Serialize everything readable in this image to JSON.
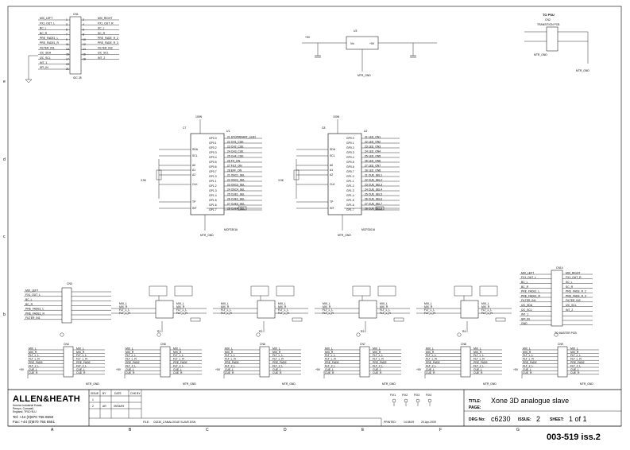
{
  "title_block": {
    "company_name": "ALLEN&HEATH",
    "address": [
      "Kernick Industrial Estate,",
      "Penryn, Cornwall,",
      "England, TR10 9LU"
    ],
    "tel": "Tel:  +44 (0)870 755 6550",
    "fax": "Fax:  +44 (0)870 755 6551",
    "issue_header": "ISSUE",
    "by_header": "BY",
    "date_header": "DATE",
    "chk_header": "CHK BY",
    "revisions": [
      {
        "issue": "1",
        "by": "",
        "date": ""
      },
      {
        "issue": "2",
        "by": "AR",
        "date": "09/04/09"
      }
    ],
    "file_label": "FILE:",
    "file_value": "C6230_2 ANALOGUE SLAVE.DSN",
    "printed_label": "PRINTED:",
    "printed_time": "14:38:09",
    "printed_date": "20-Apr-2009",
    "title_label": "TITLE:",
    "title_value": "Xone 3D analogue slave",
    "page_label": "PAGE:",
    "drg_label": "DRG No:",
    "drg_value": "c6230",
    "issue_label": "ISSUE:",
    "issue_value": "2",
    "sheet_label": "SHEET:",
    "sheet_value": "1 of 1",
    "doc_number": "003-519 iss.2"
  },
  "grid": {
    "columns": [
      "A",
      "B",
      "C",
      "D",
      "E",
      "F",
      "G"
    ],
    "rows": [
      "e",
      "d",
      "c",
      "b"
    ]
  },
  "labels": {
    "to_psu": "TO PSU",
    "transition": "TRANSITION PCB",
    "cn2": "CN2",
    "cn1": "CN1",
    "cn3": "CN3",
    "cn4": "CN4",
    "cn14": "CN14",
    "cn15": "CN15",
    "u1": "U1",
    "u2": "U2",
    "u3": "U3",
    "u1_part": "MCP23016",
    "u2_part": "MCP23016",
    "vcc": "+5V",
    "gnd": "MTR_GND",
    "to_master": "TO MASTER PCB",
    "fixing": [
      "FIX1",
      "FIX2",
      "FIX3",
      "FIX4"
    ]
  },
  "nets": {
    "cn1_left": [
      "MIX_LEFT",
      "FX1_OUT_L",
      "BC_L",
      "BC_R",
      "PRE_FADE1_L",
      "PRE_FADE1_R",
      "FILTER_IN1",
      "I2C_SDA",
      "I2C_SCL",
      "INT_1",
      "SPI_IN"
    ],
    "cn1_right": [
      "MIX_RIGHT",
      "FX1_OUT_R",
      "SC_L",
      "SC_R",
      "PRE_FADE_R_2",
      "PRE_FADE_R_3",
      "FILTER_IN2",
      "I2C_SCL",
      "INT_2"
    ],
    "u1_pins": [
      "GP0.0",
      "GP0.1",
      "GP0.2",
      "GP0.3",
      "GP0.4",
      "GP0.5",
      "GP0.6",
      "GP0.7",
      "GP1.0",
      "GP1.1",
      "GP1.2",
      "GP1.3",
      "GP1.4",
      "GP1.5",
      "GP1.6",
      "GP1.7"
    ],
    "u1_nets": [
      "STOPWFART_LED1",
      "CH1_CUE",
      "CH2_CUE",
      "CH3_CUE",
      "CH4_CUE",
      "FX_ON",
      "FILT_ON",
      "EFF_ON",
      "OSC1_SEL",
      "OSC2_SEL",
      "OSC3_SEL",
      "OSC4_SEL",
      "CUE1_SEL",
      "CUE2_SEL",
      "CUE3_SEL",
      "CUE4_SEL"
    ],
    "u2_nets": [
      "LED_ON1",
      "LED_ON2",
      "LED_ON3",
      "LED_ON4",
      "LED_ON5",
      "LED_ON6",
      "LED_ON7",
      "LED_ON8",
      "CUE_SEL1",
      "CUE_SEL2",
      "CUE_SEL3",
      "CUE_SEL4",
      "CUE_SEL5",
      "CUE_SEL6",
      "CUE_SEL7",
      "CUE_SEL8"
    ],
    "ch_nets": [
      "MIX_L",
      "MIX_R",
      "FLT_L_L",
      "FLT_L_R",
      "PRE_FADE",
      "FLT_2_L",
      "CUE_L",
      "CUE_R"
    ],
    "mcu_pins": [
      "SDA",
      "SCL",
      "A0",
      "A1",
      "A2",
      "CLK",
      "TP",
      "INT"
    ]
  }
}
